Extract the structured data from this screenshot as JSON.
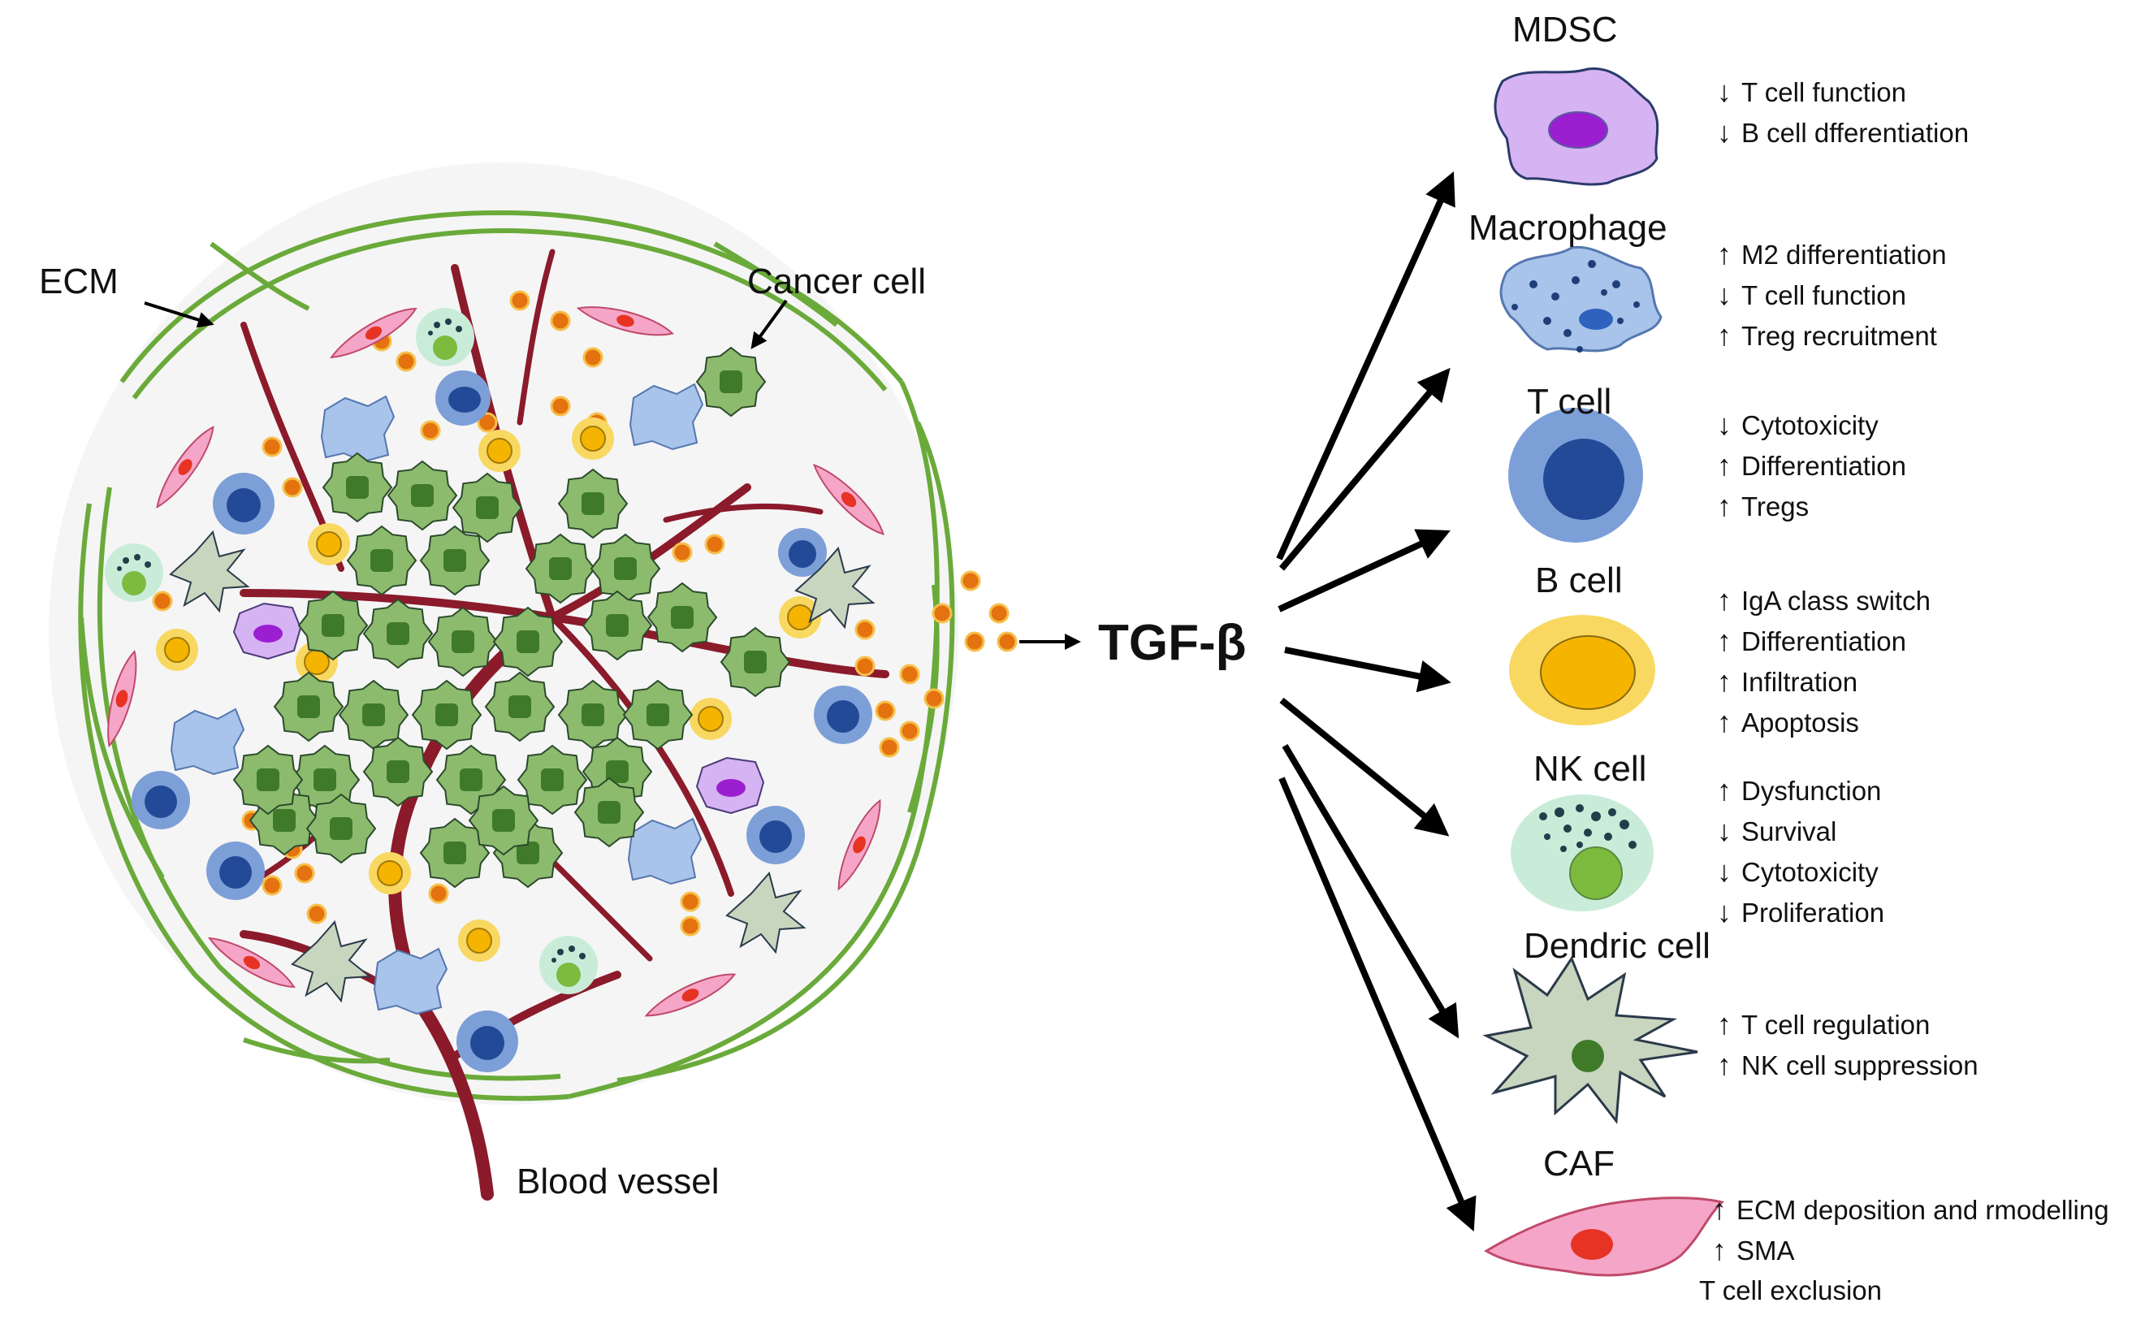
{
  "labels": {
    "ecm": "ECM",
    "cancer_cell": "Cancer cell",
    "blood_vessel": "Blood vessel",
    "tgf_beta": "TGF-β"
  },
  "cells": [
    {
      "key": "mdsc",
      "name": "MDSC",
      "effects": [
        {
          "dir": "down",
          "text": "T cell function"
        },
        {
          "dir": "down",
          "text": "B cell dfferentiation"
        }
      ]
    },
    {
      "key": "macrophage",
      "name": "Macrophage",
      "effects": [
        {
          "dir": "up",
          "text": "M2 differentiation"
        },
        {
          "dir": "down",
          "text": "T cell function"
        },
        {
          "dir": "up",
          "text": "Treg recruitment"
        }
      ]
    },
    {
      "key": "tcell",
      "name": "T cell",
      "effects": [
        {
          "dir": "down",
          "text": "Cytotoxicity"
        },
        {
          "dir": "up",
          "text": "Differentiation"
        },
        {
          "dir": "up",
          "text": "Tregs"
        }
      ]
    },
    {
      "key": "bcell",
      "name": "B cell",
      "effects": [
        {
          "dir": "up",
          "text": "IgA class switch"
        },
        {
          "dir": "up",
          "text": "Differentiation"
        },
        {
          "dir": "up",
          "text": "Infiltration"
        },
        {
          "dir": "up",
          "text": "Apoptosis"
        }
      ]
    },
    {
      "key": "nkcell",
      "name": "NK cell",
      "effects": [
        {
          "dir": "up",
          "text": "Dysfunction"
        },
        {
          "dir": "down",
          "text": "Survival"
        },
        {
          "dir": "down",
          "text": "Cytotoxicity"
        },
        {
          "dir": "down",
          "text": "Proliferation"
        }
      ]
    },
    {
      "key": "dendritic",
      "name": "Dendric cell",
      "effects": [
        {
          "dir": "up",
          "text": "T cell regulation"
        },
        {
          "dir": "up",
          "text": "NK cell suppression"
        }
      ]
    },
    {
      "key": "caf",
      "name": "CAF",
      "effects": [
        {
          "dir": "up",
          "text": "ECM deposition and rmodelling"
        },
        {
          "dir": "up",
          "text": "SMA"
        },
        {
          "dir": "none",
          "text": "T cell exclusion"
        }
      ]
    }
  ],
  "colors": {
    "ecm_fiber": "#6aaa3a",
    "vessel": "#8b1a2b",
    "cancer_fill": "#8dbb6e",
    "cancer_nucleus": "#3f7a2a",
    "mdsc_fill": "#d6b3f2",
    "mdsc_nucleus": "#9b1fd1",
    "macrophage_fill": "#a9c4ea",
    "macrophage_dots": "#1f3f7a",
    "tcell_fill": "#7d9fd8",
    "tcell_nucleus": "#234a96",
    "bcell_fill": "#f8d860",
    "bcell_nucleus": "#f5b400",
    "nk_fill": "#c9ecd9",
    "nk_nucleus": "#7dbb3f",
    "dc_fill": "#c8d6bf",
    "dc_nucleus": "#3f7a2a",
    "caf_fill": "#f5a6c8",
    "caf_nucleus": "#e63323",
    "orange_dot": "#e3720f"
  }
}
